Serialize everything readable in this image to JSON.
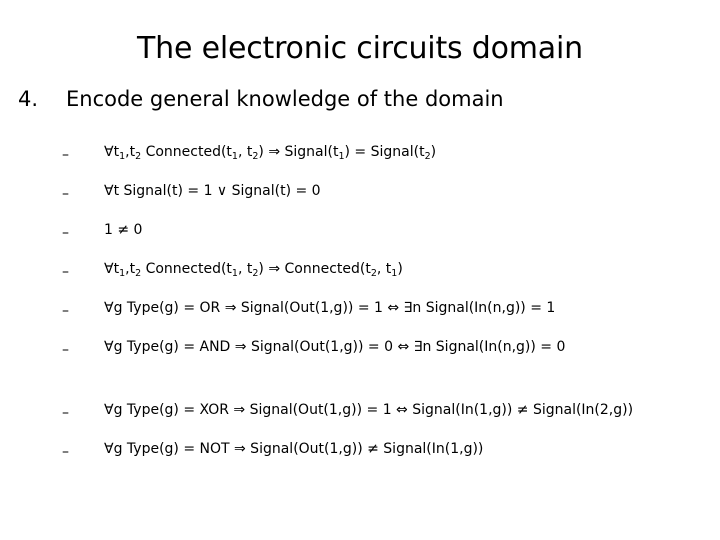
{
  "slide": {
    "title": "The electronic circuits domain",
    "background_color": "#ffffff",
    "text_color": "#000000",
    "level1": {
      "number": "4.",
      "text": "Encode general knowledge of the domain"
    },
    "bullet_marker": "–",
    "bullets": [
      {
        "id": "connected-implies-same-signal",
        "parts": [
          {
            "t": "∀t"
          },
          {
            "sub": "1"
          },
          {
            "t": ","
          },
          {
            "t": "t"
          },
          {
            "sub": "2"
          },
          {
            "t": " Connected(t"
          },
          {
            "sub": "1"
          },
          {
            "t": ", t"
          },
          {
            "sub": "2"
          },
          {
            "t": ") ⇒ Signal(t"
          },
          {
            "sub": "1"
          },
          {
            "t": ") = Signal(t"
          },
          {
            "sub": "2"
          },
          {
            "t": ")"
          }
        ],
        "plain": "∀t1,t2 Connected(t1, t2) ⇒ Signal(t1) = Signal(t2)"
      },
      {
        "id": "signal-is-one-or-zero",
        "parts": [
          {
            "t": "∀t Signal(t) = 1 ∨ Signal(t) = 0"
          }
        ],
        "plain": "∀t Signal(t) = 1 ∨ Signal(t) = 0"
      },
      {
        "id": "one-not-equal-zero",
        "parts": [
          {
            "t": "1 ≠ 0"
          }
        ],
        "plain": "1 ≠ 0"
      },
      {
        "id": "connected-symmetric",
        "parts": [
          {
            "t": "∀t"
          },
          {
            "sub": "1"
          },
          {
            "t": ","
          },
          {
            "t": "t"
          },
          {
            "sub": "2"
          },
          {
            "t": " Connected(t"
          },
          {
            "sub": "1"
          },
          {
            "t": ", t"
          },
          {
            "sub": "2"
          },
          {
            "t": ") ⇒ Connected(t"
          },
          {
            "sub": "2"
          },
          {
            "t": ", t"
          },
          {
            "sub": "1"
          },
          {
            "t": ")"
          }
        ],
        "plain": "∀t1,t2 Connected(t1, t2) ⇒ Connected(t2, t1)"
      },
      {
        "id": "or-gate-semantics",
        "parts": [
          {
            "t": "∀g Type(g) = OR ⇒ Signal(Out(1,g)) = 1 ⇔ ∃n Signal(In(n,g)) = 1"
          }
        ],
        "plain": "∀g Type(g) = OR ⇒ Signal(Out(1,g)) = 1 ⇔ ∃n Signal(In(n,g)) = 1"
      },
      {
        "id": "and-gate-semantics",
        "parts": [
          {
            "t": "∀g Type(g) = AND ⇒ Signal(Out(1,g)) = 0 ⇔ ∃n Signal(In(n,g)) = 0"
          }
        ],
        "plain": "∀g Type(g) = AND ⇒ Signal(Out(1,g)) = 0 ⇔ ∃n Signal(In(n,g)) = 0",
        "gap_after": true
      },
      {
        "id": "xor-gate-semantics",
        "parts": [
          {
            "t": "∀g Type(g) = XOR ⇒ Signal(Out(1,g)) = 1 ⇔ Signal(In(1,g)) ≠ Signal(In(2,g))"
          }
        ],
        "plain": "∀g Type(g) = XOR ⇒ Signal(Out(1,g)) = 1 ⇔ Signal(In(1,g)) ≠ Signal(In(2,g))"
      },
      {
        "id": "not-gate-semantics",
        "parts": [
          {
            "t": "∀g Type(g) = NOT ⇒ Signal(Out(1,g)) ≠ Signal(In(1,g))"
          }
        ],
        "plain": "∀g Type(g) = NOT ⇒ Signal(Out(1,g)) ≠ Signal(In(1,g))"
      }
    ]
  }
}
